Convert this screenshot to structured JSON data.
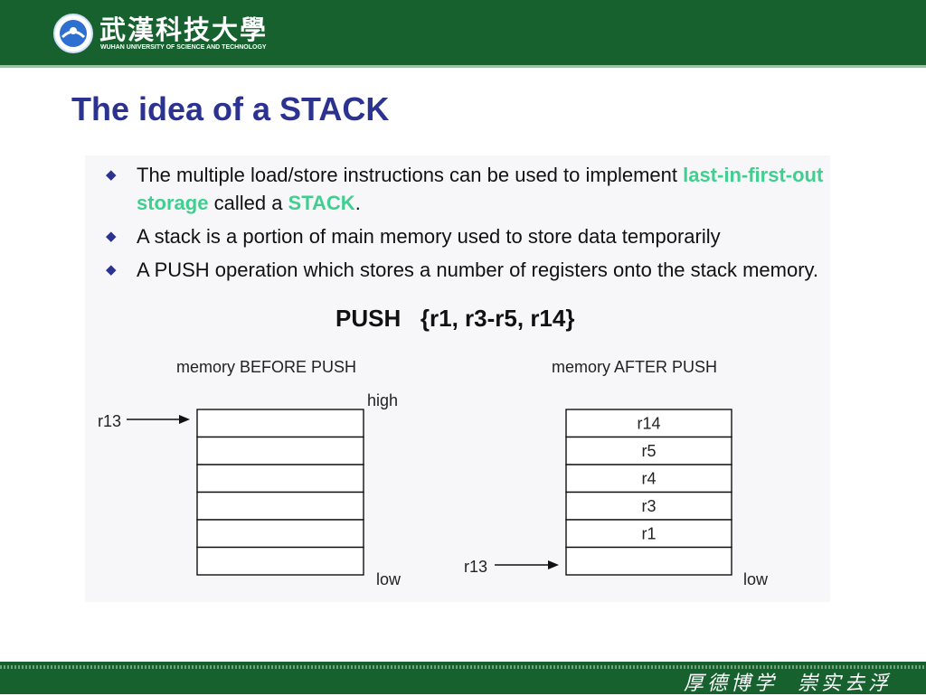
{
  "header": {
    "logo_cn": "武漢科技大學",
    "logo_en": "WUHAN UNIVERSITY OF SCIENCE AND TECHNOLOGY"
  },
  "slide": {
    "title": "The idea of a STACK",
    "bullets": [
      {
        "parts": [
          {
            "text": "The multiple load/store instructions can be used to implement ",
            "hl": false
          },
          {
            "text": "last-in-first-out storage",
            "hl": true
          },
          {
            "text": " called a ",
            "hl": false
          },
          {
            "text": "STACK",
            "hl": true
          },
          {
            "text": ".",
            "hl": false
          }
        ]
      },
      {
        "parts": [
          {
            "text": "A stack is a portion of main memory used to store data temporarily",
            "hl": false
          }
        ]
      },
      {
        "parts": [
          {
            "text": "A PUSH operation which stores a number of registers onto the stack memory.",
            "hl": false
          }
        ]
      }
    ],
    "push_instruction": "PUSH   {r1, r3-r5, r14}"
  },
  "diagram": {
    "before": {
      "caption": "memory BEFORE  PUSH",
      "high_label": "high",
      "low_label": "low",
      "pointer_label": "r13",
      "cells": [
        "",
        "",
        "",
        "",
        "",
        ""
      ]
    },
    "after": {
      "caption": "memory AFTER  PUSH",
      "low_label": "low",
      "pointer_label": "r13",
      "cells": [
        "r14",
        "r5",
        "r4",
        "r3",
        "r1",
        ""
      ]
    }
  },
  "footer": {
    "motto": "厚德博学  崇实去浮"
  },
  "colors": {
    "header_green": "#17612f",
    "title_blue": "#2b3290",
    "highlight_green": "#3fcf8f"
  }
}
